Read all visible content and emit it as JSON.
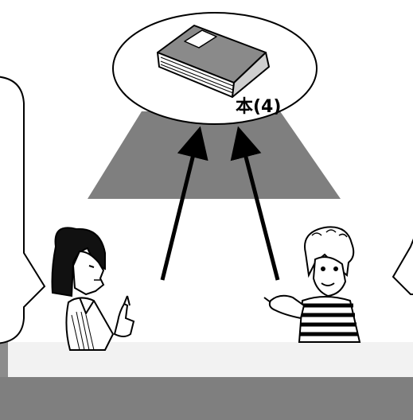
{
  "book": {
    "label": "本(4)",
    "icon": "book-icon"
  },
  "characters": [
    {
      "name": "woman-left",
      "icon": "woman-pointing-icon"
    },
    {
      "name": "woman-right",
      "icon": "woman-gesturing-icon"
    }
  ],
  "colors": {
    "trapezoid": "#7f7f7f",
    "floor": "#7f7f7f",
    "outline": "#000000",
    "background": "#ffffff"
  }
}
